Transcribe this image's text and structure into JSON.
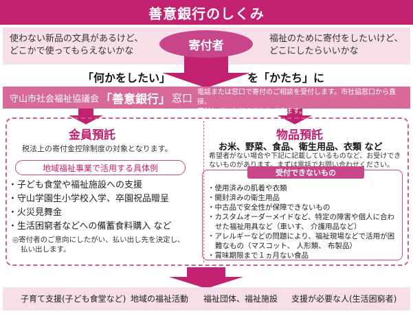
{
  "title": "善意銀行のしくみ",
  "wishes": {
    "left": [
      "使わない新品の文具があるけど、",
      "どこかで使ってもらえないかな"
    ],
    "right": [
      "福祉のために寄付をしたいけど、",
      "どこにしたらいいかな"
    ]
  },
  "donor": "寄付者",
  "phrases": {
    "left": "「何かをしたい」",
    "right": "を「かたち」に"
  },
  "desk": {
    "prefix": "守山市社会福祉協議会",
    "name": "「善意銀行」",
    "suffix": "窓口",
    "note": [
      "電話または窓口で寄付のご相談を受付します。市社協窓口から直接、",
      "寄付していただくこともできます。"
    ]
  },
  "membership": {
    "title": "金員預託",
    "note": "税法上の寄付金控除制度の対象となります。",
    "pill": "地域福祉事業で活用する具体例",
    "items": [
      "子ども食堂や福祉施設への支援",
      "守山学園生小学校入学、卒園祝品贈呈",
      "火災見舞金",
      "生活困窮者などへの備蓄食料購入 など"
    ],
    "footnote": [
      "◎寄付者のご意向にしたがい、払い出し先を決定し、",
      "払い出します。"
    ]
  },
  "goods": {
    "title": "物品預託",
    "examples": "お米、野菜、食品、衛生用品、衣類 など",
    "note": [
      "希望者がない場合や下記に記載しているものなど、お受けでき",
      "ないものがあります。まずは電話でお問い合わせください。"
    ],
    "cannot_title": "受付できないもの",
    "cannot_items": [
      "使用済みの肌着や衣類",
      "開封済みの衛生用品",
      "中古品で安全性が保障できないもの",
      "カスタムオーダーメイドなど、特定の障害や個人に合わせた福祉用具など（車いす、 介護用品など）",
      "アレルギーなどの問題により、福祉現場などで活用が困難なもの（マスコット、 人形類、 布製品）",
      "賞味期限まで１ヵ月ない食品"
    ]
  },
  "recipients": [
    "子育て支援(子ども食堂など)",
    "地域の福祉活動",
    "福祉団体、福祉施設",
    "支援が必要な人(生活困窮者)"
  ],
  "colors": {
    "primary": "#c2216f",
    "accent": "#c8458a",
    "light_band": "#f6dfe8",
    "desk_band": "#d86a9a"
  }
}
